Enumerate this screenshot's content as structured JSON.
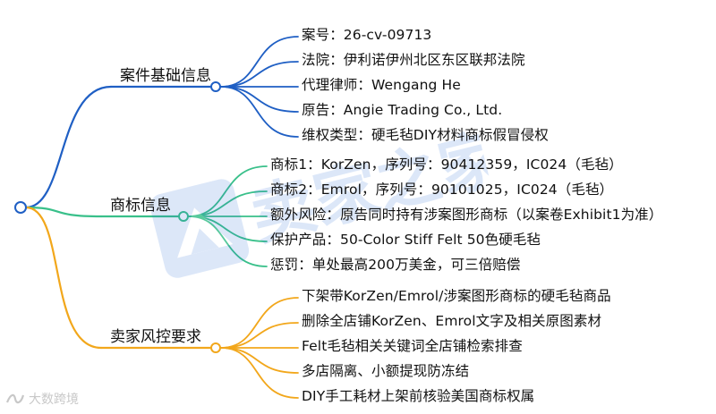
{
  "colors": {
    "blue": "#1f5fc4",
    "green": "#39c08a",
    "orange": "#f2a71b",
    "root": "#1f5fc4"
  },
  "watermark": {
    "text": "卖家之家",
    "icon": "house-logo-icon"
  },
  "logo": {
    "text": "大数跨境",
    "icon": "brand-logo-icon"
  },
  "branches": [
    {
      "label": "案件基础信息",
      "color": "blue",
      "leaves": [
        "案号：26-cv-09713",
        "法院：伊利诺伊州北区东区联邦法院",
        "代理律师：Wengang He",
        "原告：Angie Trading Co., Ltd.",
        "维权类型：硬毛毡DIY材料商标假冒侵权"
      ]
    },
    {
      "label": "商标信息",
      "color": "green",
      "leaves": [
        "商标1：KorZen，序列号：90412359，IC024（毛毡）",
        "商标2：Emrol，序列号：90101025，IC024（毛毡）",
        "额外风险：原告同时持有涉案图形商标（以案卷Exhibit1为准）",
        "保护产品：50-Color Stiff Felt 50色硬毛毡",
        "惩罚：单处最高200万美金，可三倍赔偿"
      ]
    },
    {
      "label": "卖家风控要求",
      "color": "orange",
      "leaves": [
        "下架带KorZen/Emrol/涉案图形商标的硬毛毡商品",
        "删除全店铺KorZen、Emrol文字及相关原图素材",
        "Felt毛毡相关关键词全店铺检索排查",
        "多店隔离、小额提现防冻结",
        "DIY手工耗材上架前核验美国商标权属"
      ]
    }
  ]
}
